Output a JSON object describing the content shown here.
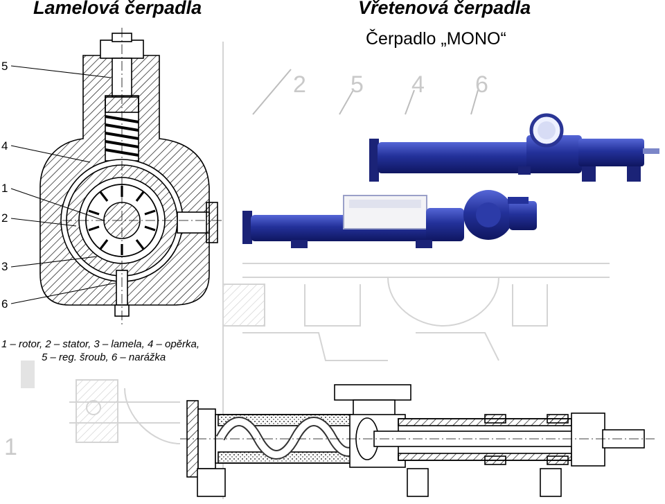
{
  "titles": {
    "left": "Lamelová čerpadla",
    "right": "Vřetenová čerpadla",
    "subtitle": "Čerpadlo „MONO“"
  },
  "vane_pump": {
    "labels": [
      "5",
      "4",
      "1",
      "2",
      "3",
      "6"
    ]
  },
  "screw_pump": {
    "callouts": [
      "2",
      "5",
      "4",
      "6"
    ],
    "faded_label": "1"
  },
  "legend": {
    "line1": "1 – rotor, 2 – stator, 3 – lamela, 4 – opěrka,",
    "line2": "5 – reg. šroub, 6 – narážka"
  },
  "colors": {
    "ink": "#000000",
    "ghost": "#c9c9c9",
    "pump_blue": "#1f2a8c",
    "pump_blue_light": "#3b4bc2"
  }
}
